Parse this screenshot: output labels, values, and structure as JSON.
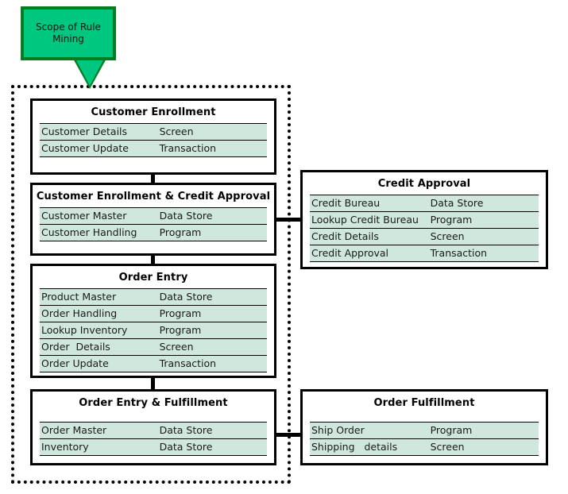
{
  "callout": {
    "label": "Scope of Rule\nMining",
    "fill": "#00c77f",
    "border": "#027d21"
  },
  "scope": {
    "name": "scope-of-rule-mining-boundary",
    "style": "dotted"
  },
  "colors": {
    "row_fill": "#cfe7dc",
    "box_border": "#000000",
    "text": "#1a1a1a"
  },
  "boxes": [
    {
      "id": "customer-enrollment",
      "title": "Customer Enrollment",
      "rows": [
        {
          "name": "Customer Details",
          "type": "Screen"
        },
        {
          "name": "Customer Update",
          "type": "Transaction"
        }
      ]
    },
    {
      "id": "customer-enrollment-credit-approval",
      "title": "Customer Enrollment & Credit Approval",
      "rows": [
        {
          "name": "Customer Master",
          "type": "Data Store"
        },
        {
          "name": "Customer Handling",
          "type": "Program"
        }
      ]
    },
    {
      "id": "order-entry",
      "title": "Order Entry",
      "rows": [
        {
          "name": "Product Master",
          "type": "Data Store"
        },
        {
          "name": "Order Handling",
          "type": "Program"
        },
        {
          "name": "Lookup Inventory",
          "type": "Program"
        },
        {
          "name": "Order  Details",
          "type": "Screen"
        },
        {
          "name": "Order Update",
          "type": "Transaction"
        }
      ]
    },
    {
      "id": "order-entry-fulfillment",
      "title": "Order Entry & Fulfillment",
      "rows": [
        {
          "name": "Order Master",
          "type": "Data Store"
        },
        {
          "name": "Inventory",
          "type": "Data Store"
        }
      ]
    },
    {
      "id": "credit-approval",
      "title": "Credit Approval",
      "rows": [
        {
          "name": "Credit Bureau",
          "type": "Data Store"
        },
        {
          "name": "Lookup Credit Bureau",
          "type": "Program"
        },
        {
          "name": "Credit Details",
          "type": "Screen"
        },
        {
          "name": "Credit Approval",
          "type": "Transaction"
        }
      ]
    },
    {
      "id": "order-fulfillment",
      "title": "Order Fulfillment",
      "rows": [
        {
          "name": "Ship Order",
          "type": "Program"
        },
        {
          "name": "Shipping   details",
          "type": "Screen"
        }
      ]
    }
  ]
}
